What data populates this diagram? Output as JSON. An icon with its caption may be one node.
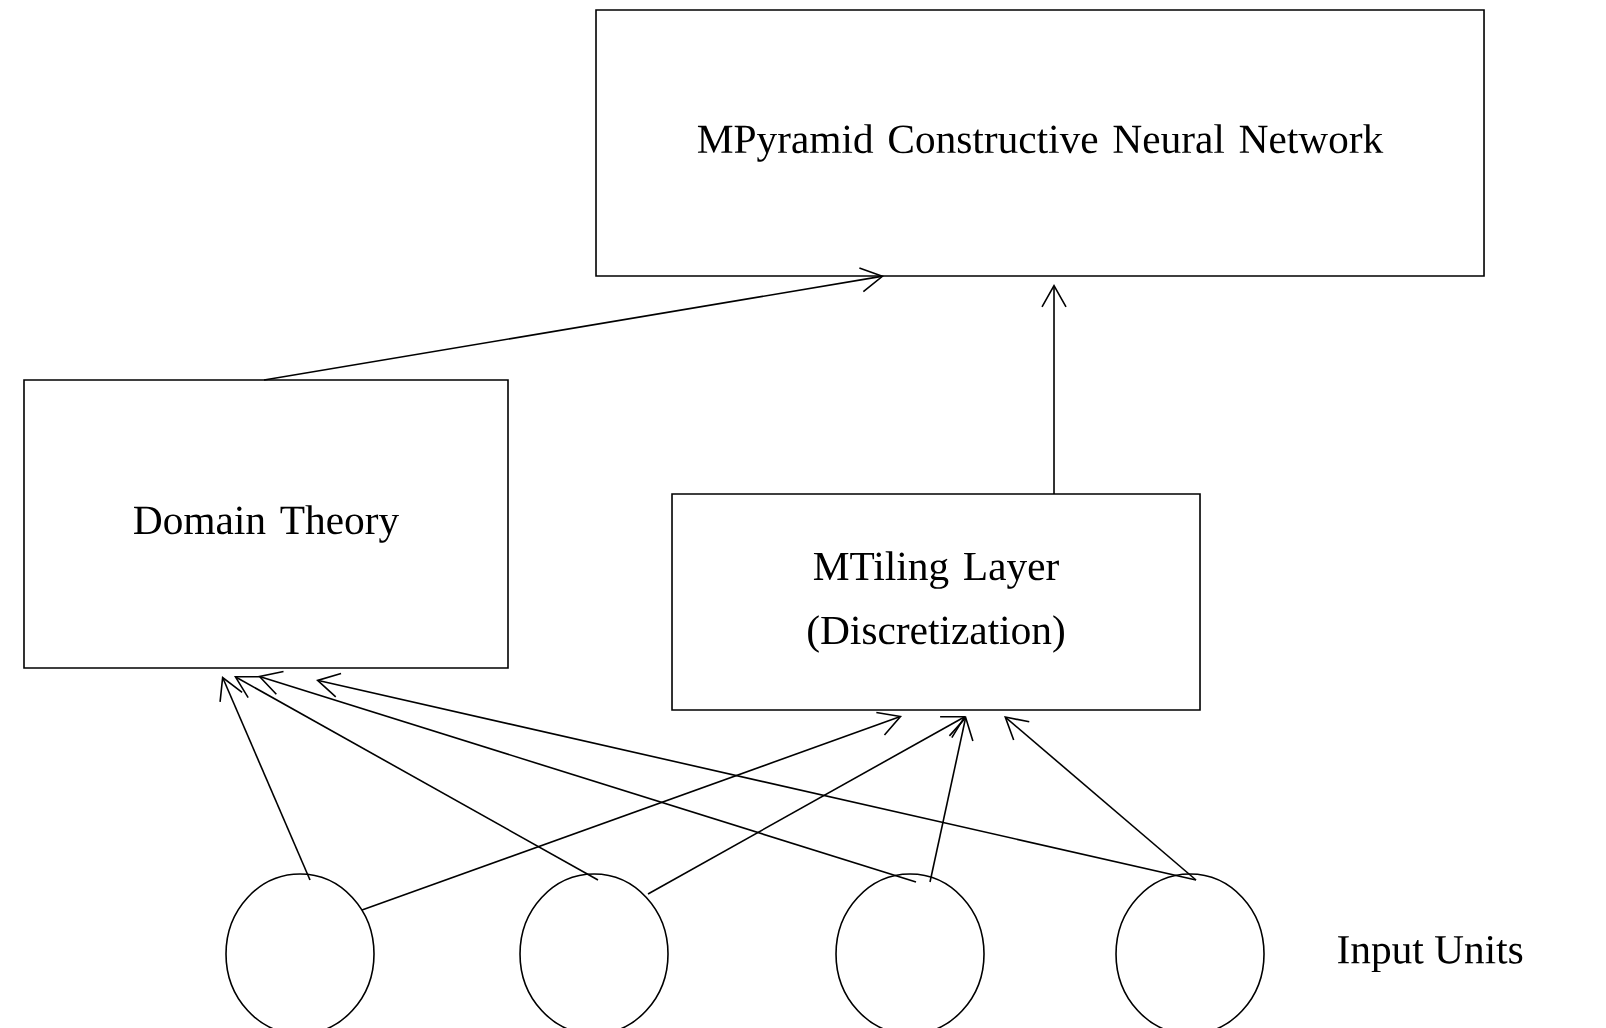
{
  "diagram": {
    "nodes": [
      {
        "text": [
          "MPyramid Constructive Neural Network"
        ]
      },
      {
        "text": [
          "Domain Theory"
        ]
      },
      {
        "text": [
          "MTiling Layer (Discretization)"
        ]
      },
      {
        "text": [],
        "shape": "circle"
      },
      {
        "text": [],
        "shape": "circle"
      },
      {
        "text": [],
        "shape": "circle"
      },
      {
        "text": [],
        "shape": "circle"
      }
    ],
    "edges": [
      {
        "from": 1,
        "to": 0,
        "arrow": "to"
      },
      {
        "from": 2,
        "to": 0,
        "arrow": "to"
      },
      {
        "from": 3,
        "to": 1,
        "arrow": "to"
      },
      {
        "from": 3,
        "to": 2,
        "arrow": "to"
      },
      {
        "from": 4,
        "to": 1,
        "arrow": "to"
      },
      {
        "from": 4,
        "to": 2,
        "arrow": "to"
      },
      {
        "from": 5,
        "to": 1,
        "arrow": "to"
      },
      {
        "from": 5,
        "to": 2,
        "arrow": "to"
      },
      {
        "from": 6,
        "to": 1,
        "arrow": "to"
      },
      {
        "from": 6,
        "to": 2,
        "arrow": "to"
      }
    ],
    "labels": [
      "Input Units"
    ]
  }
}
